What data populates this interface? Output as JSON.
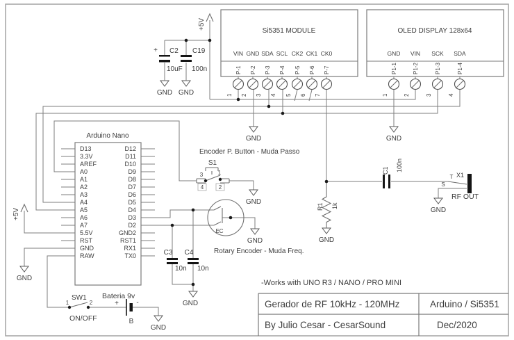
{
  "power": {
    "v5": "+5V",
    "gnd": "GND"
  },
  "caps": {
    "c2": {
      "ref": "C2",
      "value": "10uF",
      "polarity": "+"
    },
    "c19": {
      "ref": "C19",
      "value": "100n"
    },
    "c3": {
      "ref": "C3",
      "value": "10n"
    },
    "c4": {
      "ref": "C4",
      "value": "10n"
    },
    "c1": {
      "ref": "C1",
      "value": "100n"
    }
  },
  "r1": {
    "ref": "R1",
    "value": "1k"
  },
  "si5351": {
    "title": "Si5351 MODULE",
    "pins": [
      "VIN",
      "GND",
      "SDA",
      "SCL",
      "CK2",
      "CK1",
      "CK0"
    ],
    "ports": [
      "P-1",
      "P-2",
      "P-3",
      "P-4",
      "P-5",
      "P-6",
      "P-7"
    ],
    "numbers": [
      "1",
      "2",
      "3",
      "4",
      "5",
      "6",
      "7"
    ]
  },
  "oled": {
    "title": "OLED DISPLAY 128x64",
    "pins": [
      "GND",
      "VIN",
      "SCK",
      "SDA"
    ],
    "ports": [
      "P1-1",
      "P1-2",
      "P1-3",
      "P1-4"
    ],
    "numbers": [
      "1",
      "2",
      "3",
      "4"
    ]
  },
  "arduino": {
    "title": "Arduino Nano",
    "left": [
      "D13",
      "3.3V",
      "AREF",
      "A0",
      "A1",
      "A2",
      "A3",
      "A4",
      "A5",
      "A6",
      "A7",
      "5.5V",
      "RST",
      "GND",
      "RAW"
    ],
    "right": [
      "D12",
      "D11",
      "D10",
      "D9",
      "D8",
      "D7",
      "D6",
      "D5",
      "D4",
      "D3",
      "D2",
      "GND2",
      "RST1",
      "RX1",
      "TX0"
    ]
  },
  "s1": {
    "caption": "Encoder P. Button - Muda Passo",
    "ref": "S1",
    "n3": "3",
    "n1": "1",
    "n4": "4",
    "n2": "2"
  },
  "encoder": {
    "caption": "Rotary Encoder - Muda Freq.",
    "ref": "EC"
  },
  "x1": {
    "ref": "X1",
    "tip": "T",
    "sleeve": "S",
    "out": "RF OUT"
  },
  "sw1": {
    "ref": "SW1",
    "n1": "1",
    "n2": "2",
    "mode": "ON/OFF"
  },
  "battery": {
    "caption": "Bateria 9v",
    "plus": "+",
    "minus": "-",
    "ref": "B"
  },
  "note": "-Works with  UNO R3 / NANO / PRO MINI",
  "titleblock": {
    "title": "Gerador de RF 10kHz - 120MHz",
    "variant": "Arduino / Si5351",
    "author": "By Julio Cesar - CesarSound",
    "date": "Dec/2020"
  }
}
